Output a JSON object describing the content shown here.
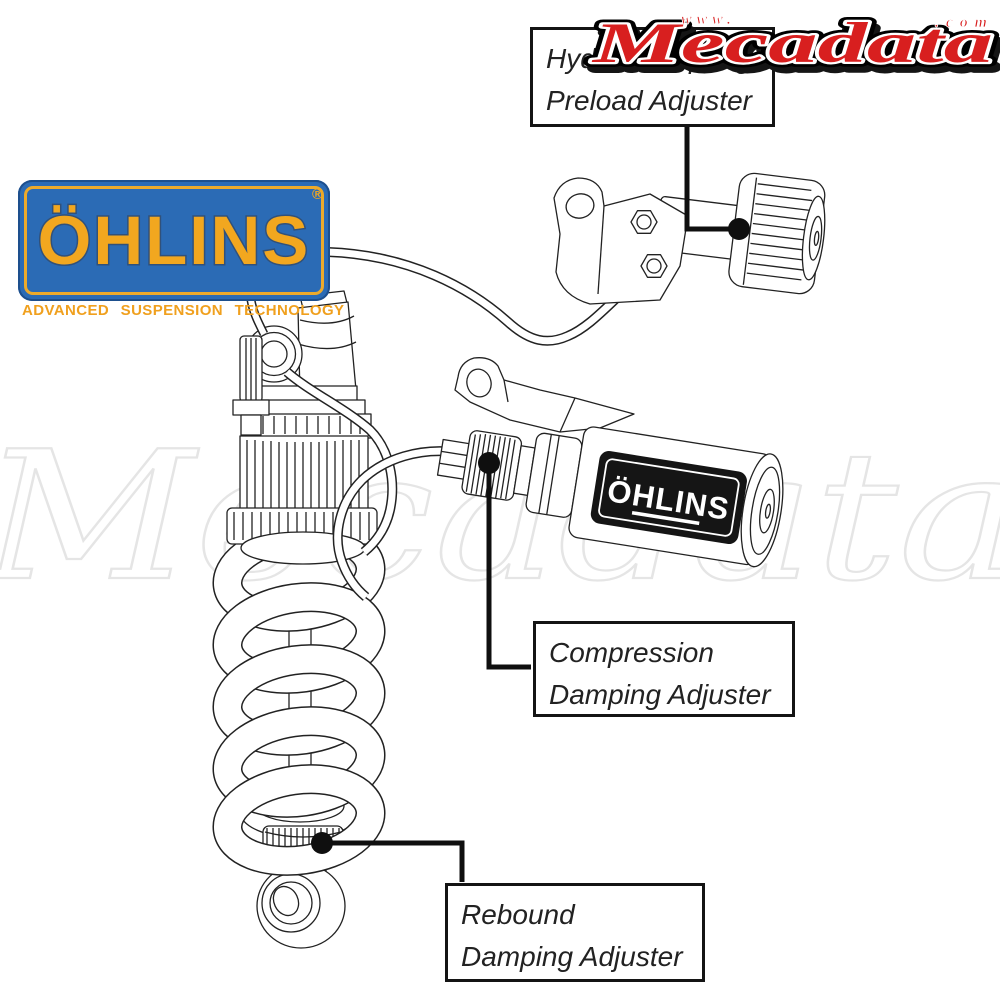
{
  "watermark": {
    "text": "Mecadata"
  },
  "mecadata_logo": {
    "www": "www.",
    "name": "Mecadata",
    "com": ".com",
    "red": "#d81f1f"
  },
  "ohlins_logo": {
    "name": "ÖHLINS",
    "registered": "®",
    "tagline": "ADVANCED SUSPENSION TECHNOLOGY",
    "blue": "#2b6bb5",
    "gold": "#f2a71f"
  },
  "reservoir_label": {
    "name": "ÖHLINS"
  },
  "callouts": {
    "preload": {
      "line1": "Hydraulic Spring",
      "line2": "Preload Adjuster"
    },
    "compression": {
      "line1": "Compression",
      "line2": "Damping Adjuster"
    },
    "rebound": {
      "line1": "Rebound",
      "line2": "Damping Adjuster"
    }
  },
  "colors": {
    "drawing_line": "#222222",
    "connector": "#0f0f0f",
    "watermark_gray": "#e5e5e5"
  }
}
